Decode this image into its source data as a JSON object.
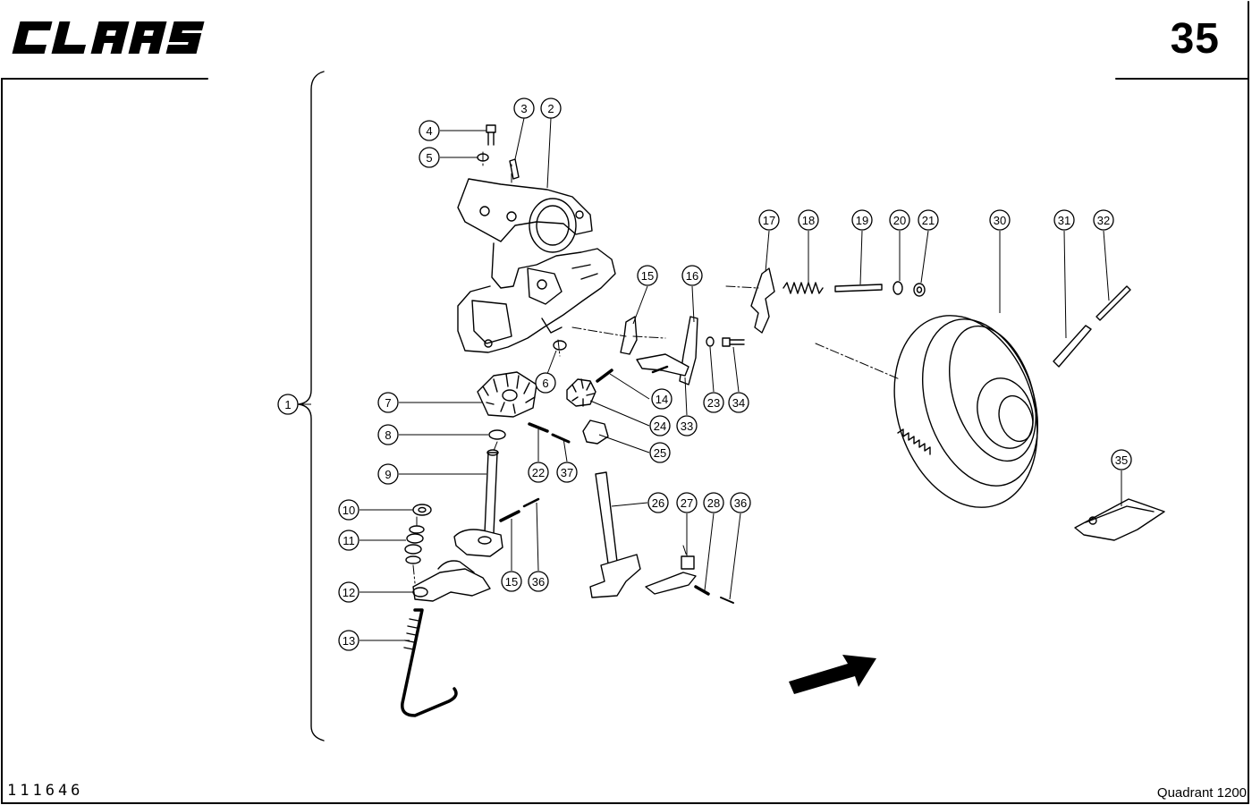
{
  "header": {
    "brand": "CLAAS",
    "page_number": "35"
  },
  "footer": {
    "drawing_number": "111646",
    "model": "Quadrant 1200"
  },
  "callouts": [
    "1",
    "2",
    "3",
    "4",
    "5",
    "6",
    "7",
    "8",
    "9",
    "10",
    "11",
    "12",
    "13",
    "14",
    "15",
    "16",
    "17",
    "18",
    "19",
    "20",
    "21",
    "22",
    "23",
    "24",
    "25",
    "26",
    "27",
    "28",
    "30",
    "31",
    "32",
    "33",
    "34",
    "35",
    "36",
    "37",
    "15",
    "36"
  ],
  "icons": {
    "assembly": "exploded-parts-drawing",
    "direction": "travel-direction-arrow"
  }
}
